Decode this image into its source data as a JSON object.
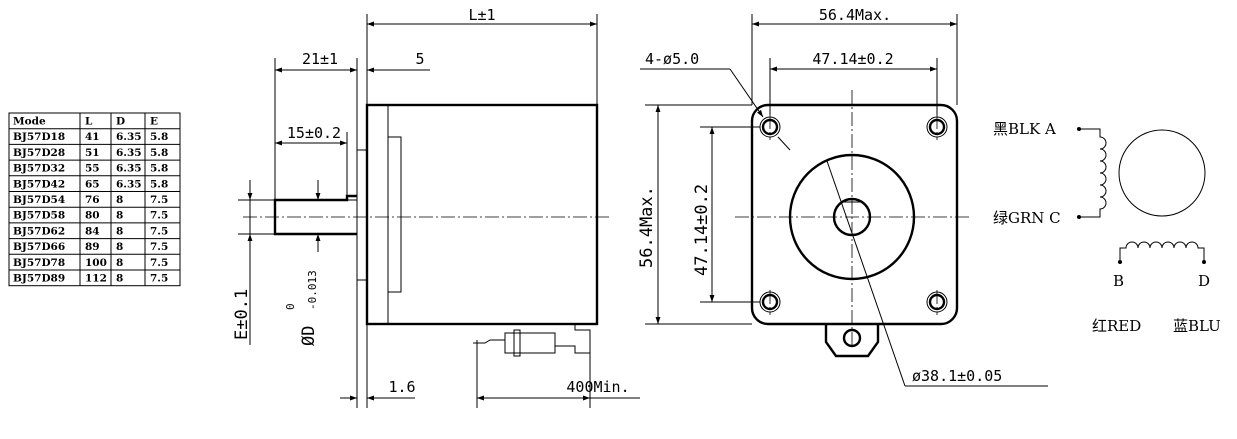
{
  "table": {
    "headers": [
      "Mode",
      "L",
      "D",
      "E"
    ],
    "rows": [
      [
        "BJ57D18",
        "41",
        "6.35",
        "5.8"
      ],
      [
        "BJ57D28",
        "51",
        "6.35",
        "5.8"
      ],
      [
        "BJ57D32",
        "55",
        "6.35",
        "5.8"
      ],
      [
        "BJ57D42",
        "65",
        "6.35",
        "5.8"
      ],
      [
        "BJ57D54",
        "76",
        "8",
        "7.5"
      ],
      [
        "BJ57D58",
        "80",
        "8",
        "7.5"
      ],
      [
        "BJ57D62",
        "84",
        "8",
        "7.5"
      ],
      [
        "BJ57D66",
        "89",
        "8",
        "7.5"
      ],
      [
        "BJ57D78",
        "100",
        "8",
        "7.5"
      ],
      [
        "BJ57D89",
        "112",
        "8",
        "7.5"
      ]
    ]
  },
  "side_view": {
    "length": "L±1",
    "shaft_length": "21±1",
    "flange_step": "5",
    "flat_length": "15±0.2",
    "flat_height": "E±0.1",
    "shaft_diameter": "ØD",
    "shaft_tol_upper": "0",
    "shaft_tol_lower": "-0.013",
    "face_thickness": "1.6",
    "lead_length": "400Min."
  },
  "front_view": {
    "width": "56.4Max.",
    "height": "56.4Max.",
    "hole_spacing_h": "47.14±0.2",
    "hole_spacing_v": "47.14±0.2",
    "holes": "4-ø5.0",
    "pilot": "ø38.1±0.05"
  },
  "wiring": {
    "a": "黑BLK A",
    "c": "绿GRN C",
    "b": "B",
    "d": "D",
    "red": "红RED",
    "blu": "蓝BLU"
  }
}
